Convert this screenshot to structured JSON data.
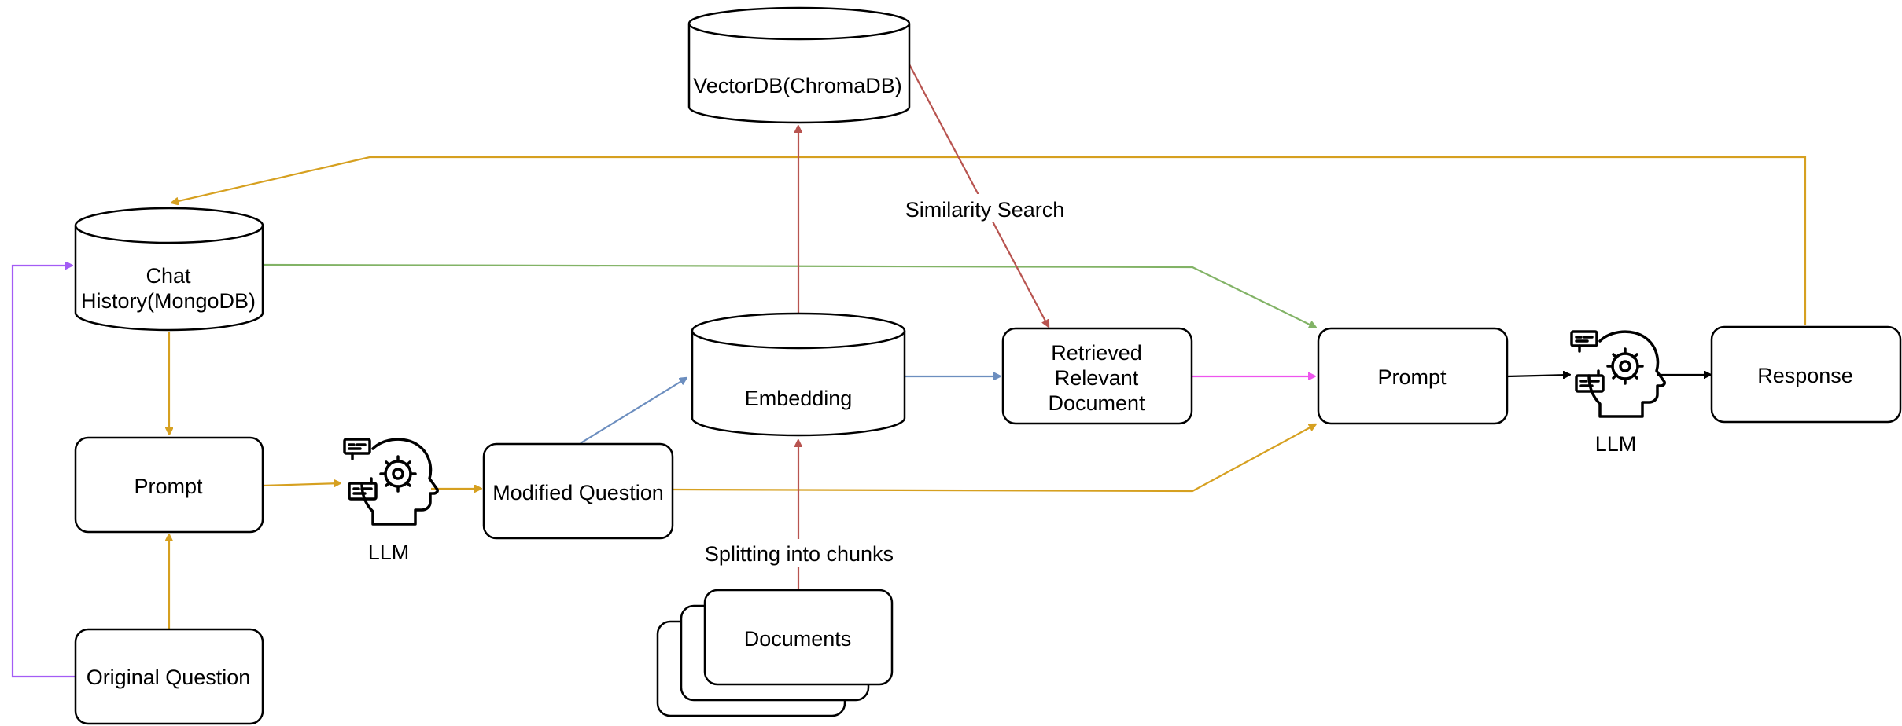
{
  "nodes": {
    "vectordb": "VectorDB(ChromaDB)",
    "chat_history_line1": "Chat",
    "chat_history_line2": "History(MongoDB)",
    "prompt_left": "Prompt",
    "original_question": "Original Question",
    "llm_left": "LLM",
    "modified_question": "Modified Question",
    "embedding": "Embedding",
    "documents": "Documents",
    "retrieved_line1": "Retrieved",
    "retrieved_line2": "Relevant",
    "retrieved_line3": "Document",
    "prompt_right": "Prompt",
    "llm_right": "LLM",
    "response": "Response"
  },
  "edge_labels": {
    "similarity_search": "Similarity Search",
    "splitting": "Splitting into chunks"
  },
  "colors": {
    "orange": "#d6a020",
    "red": "#b85450",
    "green": "#82b366",
    "blue": "#6c8ebf",
    "purple": "#a35cf5",
    "magenta": "#ee55ee",
    "black": "#000000"
  }
}
